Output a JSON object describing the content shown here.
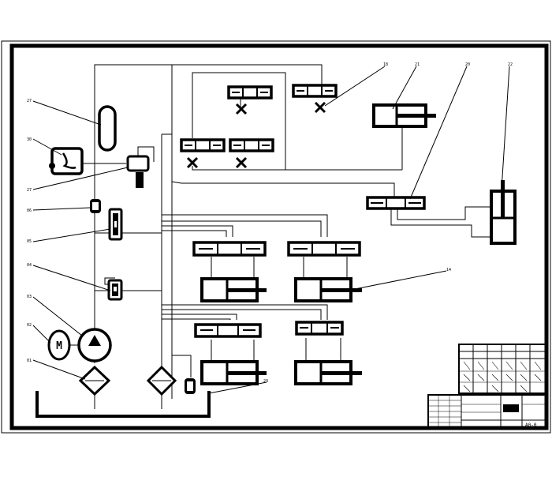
{
  "drawing": {
    "title_block_code": "A0-0"
  },
  "callouts": [
    {
      "id": "c27a",
      "label": "27"
    },
    {
      "id": "c30",
      "label": "30"
    },
    {
      "id": "c27b",
      "label": "27"
    },
    {
      "id": "c06",
      "label": "06"
    },
    {
      "id": "c05",
      "label": "05"
    },
    {
      "id": "c04",
      "label": "04"
    },
    {
      "id": "c03",
      "label": "03"
    },
    {
      "id": "c02",
      "label": "02"
    },
    {
      "id": "c01",
      "label": "01"
    },
    {
      "id": "c18",
      "label": "18"
    },
    {
      "id": "c21",
      "label": "21"
    },
    {
      "id": "c20",
      "label": "20"
    },
    {
      "id": "c22",
      "label": "22"
    },
    {
      "id": "c14",
      "label": "14"
    },
    {
      "id": "c29",
      "label": "29"
    }
  ],
  "components": {
    "motor_label": "M"
  },
  "colors": {
    "ink": "#000000",
    "paper": "#ffffff"
  }
}
